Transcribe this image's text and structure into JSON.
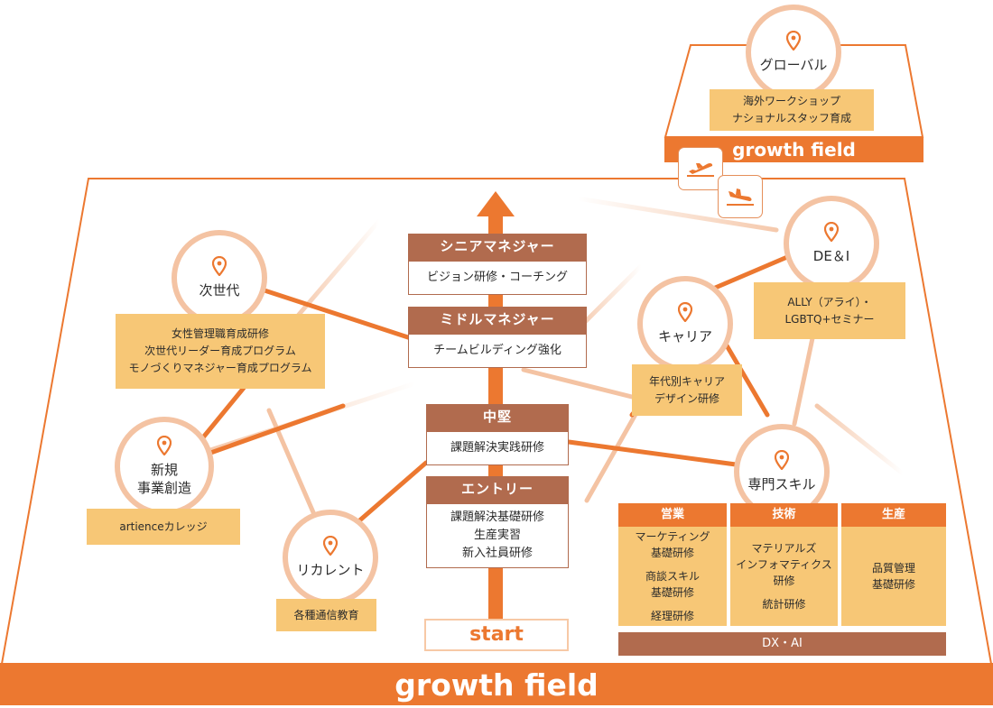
{
  "bands": {
    "main": "growth field",
    "global": "growth field"
  },
  "ladder": {
    "start": "start",
    "levels": [
      {
        "title": "シニアマネジャー",
        "items": [
          "ビジョン研修・コーチング"
        ]
      },
      {
        "title": "ミドルマネジャー",
        "items": [
          "チームビルディング強化"
        ]
      },
      {
        "title": "中堅",
        "items": [
          "課題解決実践研修"
        ]
      },
      {
        "title": "エントリー",
        "items": [
          "課題解決基礎研修",
          "生産実習",
          "新入社員研修"
        ]
      }
    ]
  },
  "nodes": {
    "global": {
      "label": "グローバル",
      "items": [
        "海外ワークショップ",
        "ナショナルスタッフ育成"
      ]
    },
    "jisedai": {
      "label": "次世代",
      "items": [
        "女性管理職育成研修",
        "次世代リーダー育成プログラム",
        "モノづくりマネジャー育成プログラム"
      ]
    },
    "shinki": {
      "label": "新規\n事業創造",
      "items": [
        "artienceカレッジ"
      ]
    },
    "recurrent": {
      "label": "リカレント",
      "items": [
        "各種通信教育"
      ]
    },
    "career": {
      "label": "キャリア",
      "items": [
        "年代別キャリア",
        "デザイン研修"
      ]
    },
    "dei": {
      "label": "DE＆I",
      "items": [
        "ALLY（アライ）・",
        "LGBTQ+セミナー"
      ]
    },
    "senmon": {
      "label": "専門スキル"
    }
  },
  "departments": [
    {
      "title": "営業",
      "groups": [
        [
          "マーケティング",
          "基礎研修"
        ],
        [
          "商談スキル",
          "基礎研修"
        ],
        [
          "経理研修"
        ]
      ]
    },
    {
      "title": "技術",
      "groups": [
        [
          "マテリアルズ",
          "インフォマティクス",
          "研修"
        ],
        [
          "統計研修"
        ]
      ]
    },
    {
      "title": "生産",
      "groups": [
        [
          "品質管理",
          "基礎研修"
        ]
      ]
    }
  ],
  "dx_label": "DX・AI",
  "icons": {
    "pin": "map-pin-icon",
    "takeoff": "plane-takeoff-icon",
    "landing": "plane-landing-icon",
    "arrow": "up-arrow-icon"
  },
  "colors": {
    "orange": "#ec7830",
    "brown": "#b16b4e",
    "yellow": "#f7c776",
    "peach": "#f4c3a3"
  }
}
